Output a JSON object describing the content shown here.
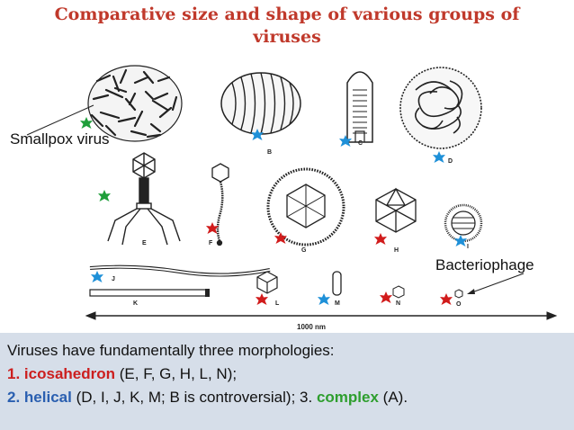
{
  "title": {
    "line1": "Comparative size and shape of various groups of",
    "line2": "viruses"
  },
  "figure": {
    "letters": [
      "B",
      "C",
      "D",
      "E",
      "F",
      "G",
      "H",
      "I",
      "J",
      "K",
      "L",
      "M",
      "N",
      "O"
    ],
    "scale_label": "1000 nm",
    "smallpox_label": "Smallpox virus",
    "bacteriophage_label": "Bacteriophage"
  },
  "caption": {
    "line1": "Viruses have fundamentally three morphologies:",
    "num1": "1.",
    "icosahedron": "icosahedron",
    "icosahedron_rest": "(E, F, G,   H, L, N);",
    "num2": "2.",
    "helical": "helical",
    "helical_rest": "(D, I, J, K, M; B is controversial); 3.",
    "complex": "complex",
    "complex_rest": "(A)."
  },
  "colors": {
    "title": "#c0392b",
    "star_green": "#1f9e3a",
    "star_blue": "#1e90d8",
    "star_red": "#d11b1b",
    "caption_bg": "#d6dee9",
    "icosahedron": "#cc1f1f",
    "helical": "#2a5fb0",
    "complex": "#2e9e2e"
  }
}
